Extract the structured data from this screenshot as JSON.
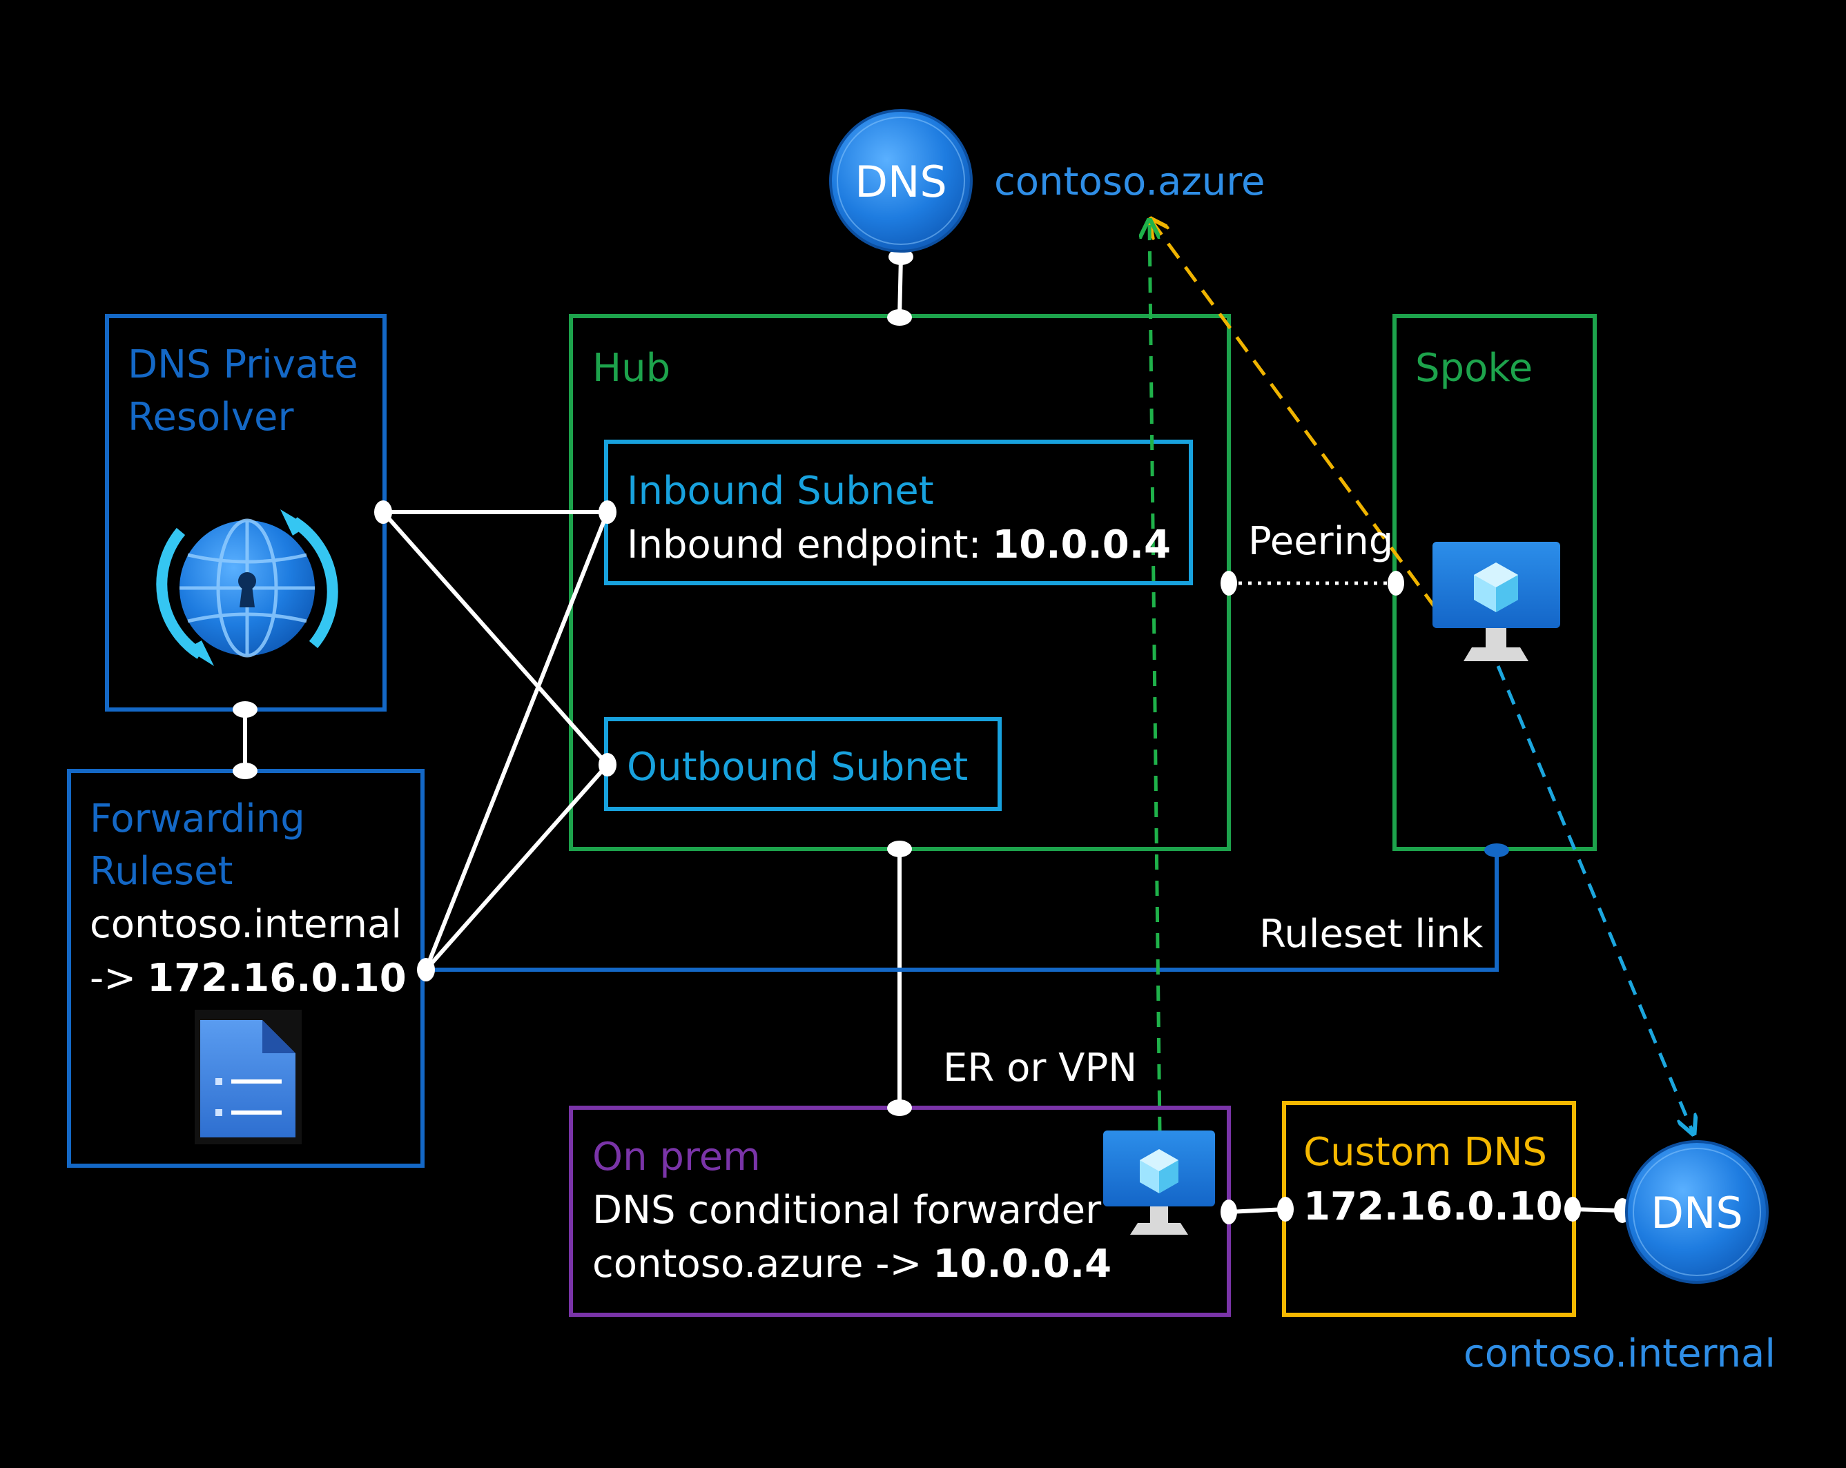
{
  "colors": {
    "background": "#000000",
    "resolver_blue": "#1468C6",
    "subnet_cyan": "#18A2DE",
    "hub_green": "#1DA34C",
    "onprem_purple": "#7A34A8",
    "custom_yellow": "#F5B800",
    "link_white": "#FFFFFF",
    "path_yellow": "#F0B400",
    "path_green": "#1FB24A",
    "path_cyan": "#1CA7DF",
    "dns_label_blue": "#2F8EE6"
  },
  "dns_top": {
    "glyph": "DNS",
    "zone": "contoso.azure",
    "icon": "dns-globe-icon"
  },
  "dns_bottom": {
    "glyph": "DNS",
    "zone": "contoso.internal",
    "icon": "dns-globe-icon"
  },
  "resolver": {
    "title_line1": "DNS Private",
    "title_line2": "Resolver",
    "icon": "private-resolver-icon"
  },
  "ruleset": {
    "title_line1": "Forwarding",
    "title_line2": "Ruleset",
    "domain": "contoso.internal",
    "arrow": "->",
    "ip": "172.16.0.10",
    "icon": "document-list-icon"
  },
  "hub": {
    "title": "Hub",
    "inbound": {
      "title": "Inbound Subnet",
      "label": "Inbound endpoint:",
      "ip": "10.0.0.4"
    },
    "outbound": {
      "title": "Outbound Subnet"
    }
  },
  "spoke": {
    "title": "Spoke",
    "icon": "virtual-machine-icon"
  },
  "onprem": {
    "title": "On prem",
    "line1": "DNS conditional forwarder",
    "line2_prefix": "contoso.azure ->",
    "ip": "10.0.0.4",
    "icon": "virtual-machine-icon"
  },
  "custom_dns": {
    "title": "Custom DNS",
    "ip": "172.16.0.10"
  },
  "links": {
    "peering": "Peering",
    "ruleset_link": "Ruleset link",
    "er_vpn": "ER or VPN"
  }
}
